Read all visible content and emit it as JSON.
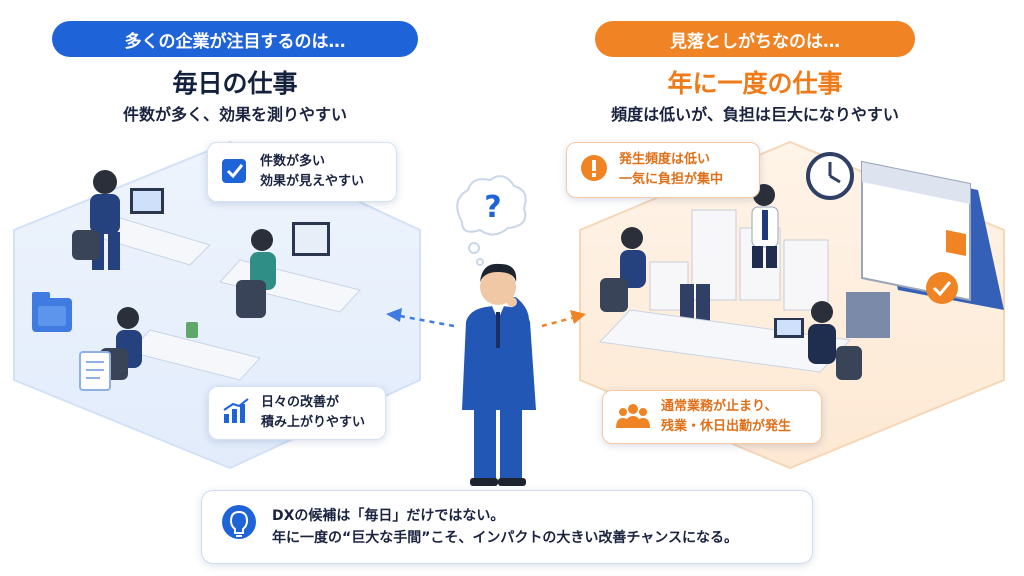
{
  "left": {
    "tag": "多くの企業が注目するのは…",
    "title": "毎日の仕事",
    "subtitle": "件数が多く、効果を測りやすい",
    "card_top": {
      "icon": "checkbox-icon",
      "lines": [
        "件数が多い",
        "効果が見えやすい"
      ]
    },
    "card_bottom": {
      "icon": "growth-chart-icon",
      "lines": [
        "日々の改善が",
        "積み上がりやすい"
      ]
    }
  },
  "right": {
    "tag": "見落としがちなのは…",
    "title": "年に一度の仕事",
    "subtitle": "頻度は低いが、負担は巨大になりやすい",
    "card_top": {
      "icon": "exclamation-icon",
      "lines": [
        "発生頻度は低い",
        "一気に負担が集中"
      ]
    },
    "card_bottom": {
      "icon": "people-group-icon",
      "lines": [
        "通常業務が止まり、",
        "残業・休日出勤が発生"
      ]
    }
  },
  "center": {
    "thought_glyph": "?"
  },
  "conclusion": {
    "icon": "lightbulb-icon",
    "lines": [
      "DXの候補は「毎日」だけではない。",
      "年に一度の“巨大な手間”こそ、インパクトの大きい改善チャンスになる。"
    ]
  },
  "colors": {
    "blue": "#1f63d8",
    "orange": "#f08323",
    "navy": "#14213d"
  }
}
